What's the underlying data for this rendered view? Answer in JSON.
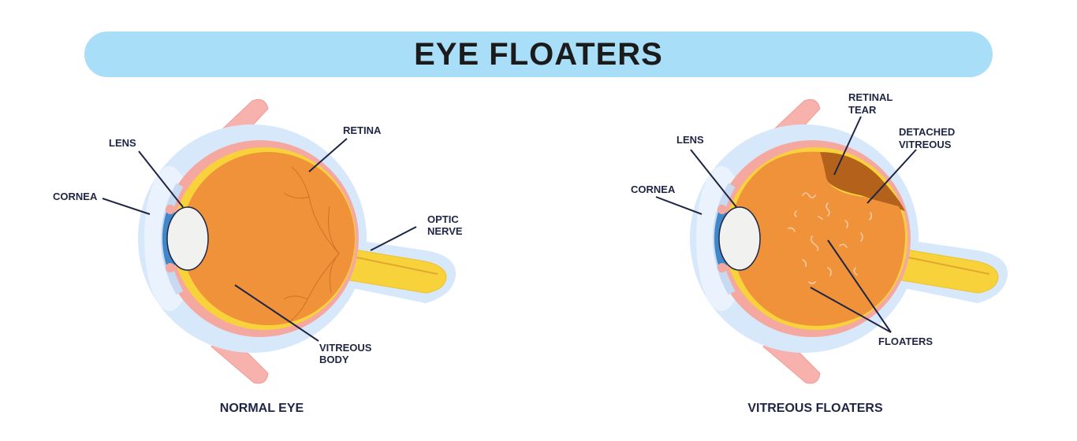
{
  "title": "EYE FLOATERS",
  "normal_eye": {
    "caption": "NORMAL EYE",
    "labels": {
      "lens": "LENS",
      "cornea": "CORNEA",
      "retina": "RETINA",
      "optic_nerve_1": "OPTIC",
      "optic_nerve_2": "NERVE",
      "vitreous_body_1": "VITREOUS",
      "vitreous_body_2": "BODY"
    }
  },
  "floaters_eye": {
    "caption": "VITREOUS FLOATERS",
    "labels": {
      "lens": "LENS",
      "cornea": "CORNEA",
      "retinal_tear_1": "RETINAL",
      "retinal_tear_2": "TEAR",
      "detached_vitreous_1": "DETACHED",
      "detached_vitreous_2": "VITREOUS",
      "floaters": "FLOATERS"
    }
  },
  "colors": {
    "title_bar": "#a9def8",
    "vitreous": "#f0923a",
    "retina": "#f7d23a",
    "choroid": "#f5a8a0",
    "sclera_halo": "#d8e8fb",
    "lens": "#f1f1ef",
    "iris": "#3f87c8",
    "muscle": "#f7b2ad",
    "optic_nerve": "#f7d23a",
    "detached_area": "#b4611c",
    "label_text": "#1f2545"
  }
}
